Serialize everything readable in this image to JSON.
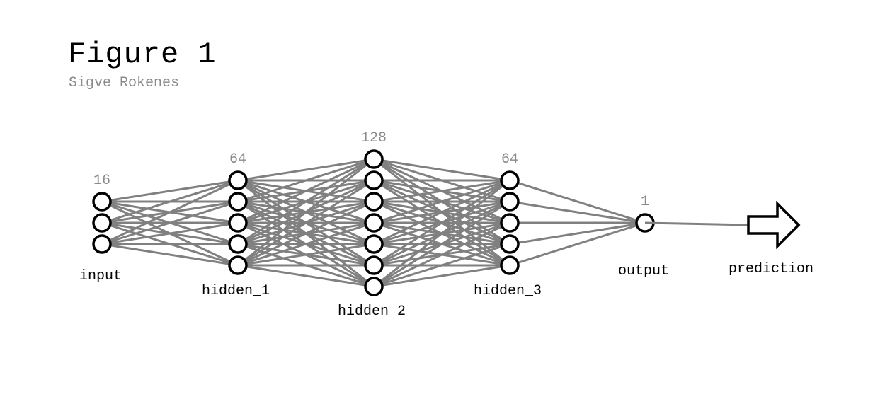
{
  "figure": {
    "title": "Figure 1",
    "author": "Sigve Rokenes"
  },
  "layers": [
    {
      "name": "input",
      "count": "16",
      "nodes": 3
    },
    {
      "name": "hidden_1",
      "count": "64",
      "nodes": 5
    },
    {
      "name": "hidden_2",
      "count": "128",
      "nodes": 7
    },
    {
      "name": "hidden_3",
      "count": "64",
      "nodes": 5
    },
    {
      "name": "output",
      "count": "1",
      "nodes": 1
    }
  ],
  "prediction": {
    "label": "prediction",
    "icon": "right-arrow-icon"
  },
  "colors": {
    "edge": "#808080",
    "node_stroke": "#000000",
    "count_text": "#8a8a8a"
  }
}
